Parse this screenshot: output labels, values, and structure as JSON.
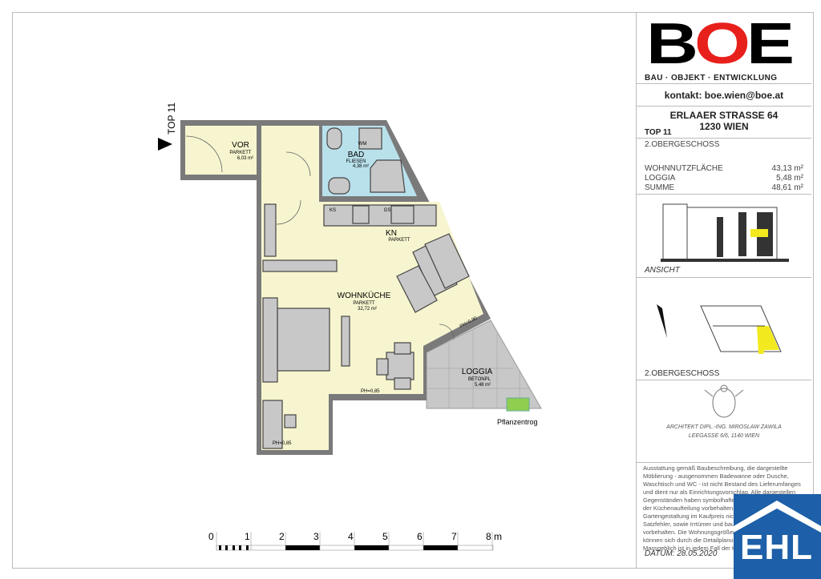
{
  "plan": {
    "entrance_label": "TOP 11",
    "rooms": {
      "vor": {
        "name": "VOR",
        "floor": "PARKETT",
        "area": "6,03 m²"
      },
      "bad": {
        "name": "BAD",
        "floor": "FLIESEN",
        "area": "4,38 m²"
      },
      "kn": {
        "name": "KN",
        "floor": "PARKETT"
      },
      "wohnkueche": {
        "name": "WOHNKÜCHE",
        "floor": "PARKETT",
        "area": "32,72 m²"
      },
      "loggia": {
        "name": "LOGGIA",
        "floor": "BETONPL",
        "area": "5,48 m²"
      }
    },
    "fixtures": {
      "wm": "WM",
      "ks": "KS",
      "gs": "GS"
    },
    "parapets": {
      "ph1": "PH=0,90",
      "ph2": "PH=0,85",
      "ph3": "PH=0,85"
    },
    "planter": "Pflanzentrog",
    "colors": {
      "dry": "#f7f5cf",
      "wet": "#b9e1ec",
      "loggia": "#c8c8c8",
      "wall": "#7a7a7a",
      "planter": "#8fce4f"
    }
  },
  "scale": {
    "ticks": [
      "0",
      "1",
      "2",
      "3",
      "4",
      "5",
      "6",
      "7",
      "8"
    ],
    "unit": "m"
  },
  "panel": {
    "logo": {
      "b": "B",
      "o": "O",
      "e": "E",
      "subtitle": "BAU · OBJEKT · ENTWICKLUNG",
      "accent": "#e8201c"
    },
    "contact": "kontakt: boe.wien@boe.at",
    "address_line1": "ERLAAER  STRASSE  64",
    "address_line2": "1230 WIEN",
    "unit": "TOP 11",
    "floor": "2.OBERGESCHOSS",
    "areas": [
      {
        "label": "WOHNNUTZFLÄCHE",
        "value": "43,13 m²"
      },
      {
        "label": "LOGGIA",
        "value": "5,48 m²"
      },
      {
        "label": "SUMME",
        "value": "48,61 m²"
      }
    ],
    "ansicht_label": "ANSICHT",
    "siteplan_label": "2.OBERGESCHOSS",
    "architect_line1": "ARCHITEKT DIPL.-ING. MIROSLAW ZAWILA",
    "architect_line2": "LEEGASSE 6/6, 1140 WIEN",
    "disclaimer": [
      "Ausstattung gemäß Baubeschreibung, die dargestellte",
      "Möblierung - ausgenommen Badewanne oder Dusche,",
      "Waschtisch und WC - ist nicht Bestand des Lieferumfanges",
      "und dient nur als Einrichtungsvorschlag. Alle dargestellen",
      "Gegenständen haben symbolhaften",
      "der Küchenaufteilung vorbehalten.",
      "Gartengestaltung im Kaufpreis nich",
      "Satzfehler, sowie Irrtümer und bau",
      "vorbehalten. Die Wohnungsgrößen",
      "können sich durch die Detailplanun",
      "Massgeblich ist in jedem Fall der K"
    ],
    "datum": "DATUM: 28.05.2020",
    "highlight": "#f2ea1e"
  },
  "ehl": {
    "text": "EHL",
    "color": "#1d5fa8"
  }
}
